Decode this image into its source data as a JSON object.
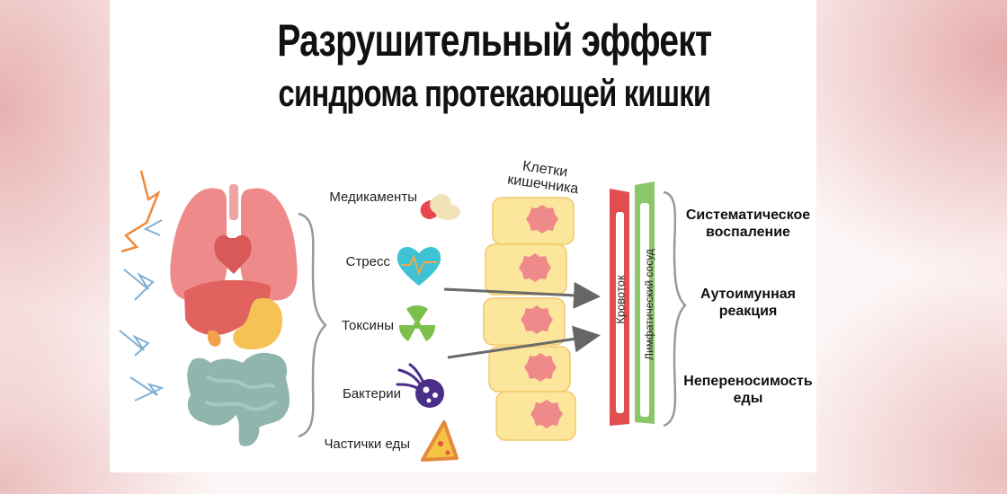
{
  "title": {
    "line1": "Разрушительный эффект",
    "line2": "синдрома протекающей кишки"
  },
  "factors": [
    {
      "label": "Медикаменты",
      "icon": "pill-icon"
    },
    {
      "label": "Стресс",
      "icon": "heart-pulse-icon"
    },
    {
      "label": "Токсины",
      "icon": "radiation-icon"
    },
    {
      "label": "Бактерии",
      "icon": "bacteria-icon"
    },
    {
      "label": "Частички еды",
      "icon": "pizza-slice-icon"
    }
  ],
  "cells_label": {
    "line1": "Клетки",
    "line2": "кишечника"
  },
  "vessels": {
    "blood": "Кровоток",
    "lymph": "Лимфатический сосуд"
  },
  "effects": [
    {
      "line1": "Систематическое",
      "line2": "воспаление"
    },
    {
      "line1": "Аутоимунная",
      "line2": "реакция"
    },
    {
      "line1": "Непереносимость",
      "line2": "еды"
    }
  ],
  "colors": {
    "organ_pink": "#ee8a8a",
    "liver": "#e0615e",
    "stomach": "#f7c255",
    "intestine": "#8fb5ad",
    "cell_fill": "#fbe69c",
    "cell_nucleus": "#ef8a8a",
    "blood_vessel": "#e24d4d",
    "lymph_vessel": "#8cc66a",
    "arrow": "#6a6a6a",
    "zigzag_orange": "#ef8a3c",
    "zigzag_blue": "#7fb1d4"
  }
}
